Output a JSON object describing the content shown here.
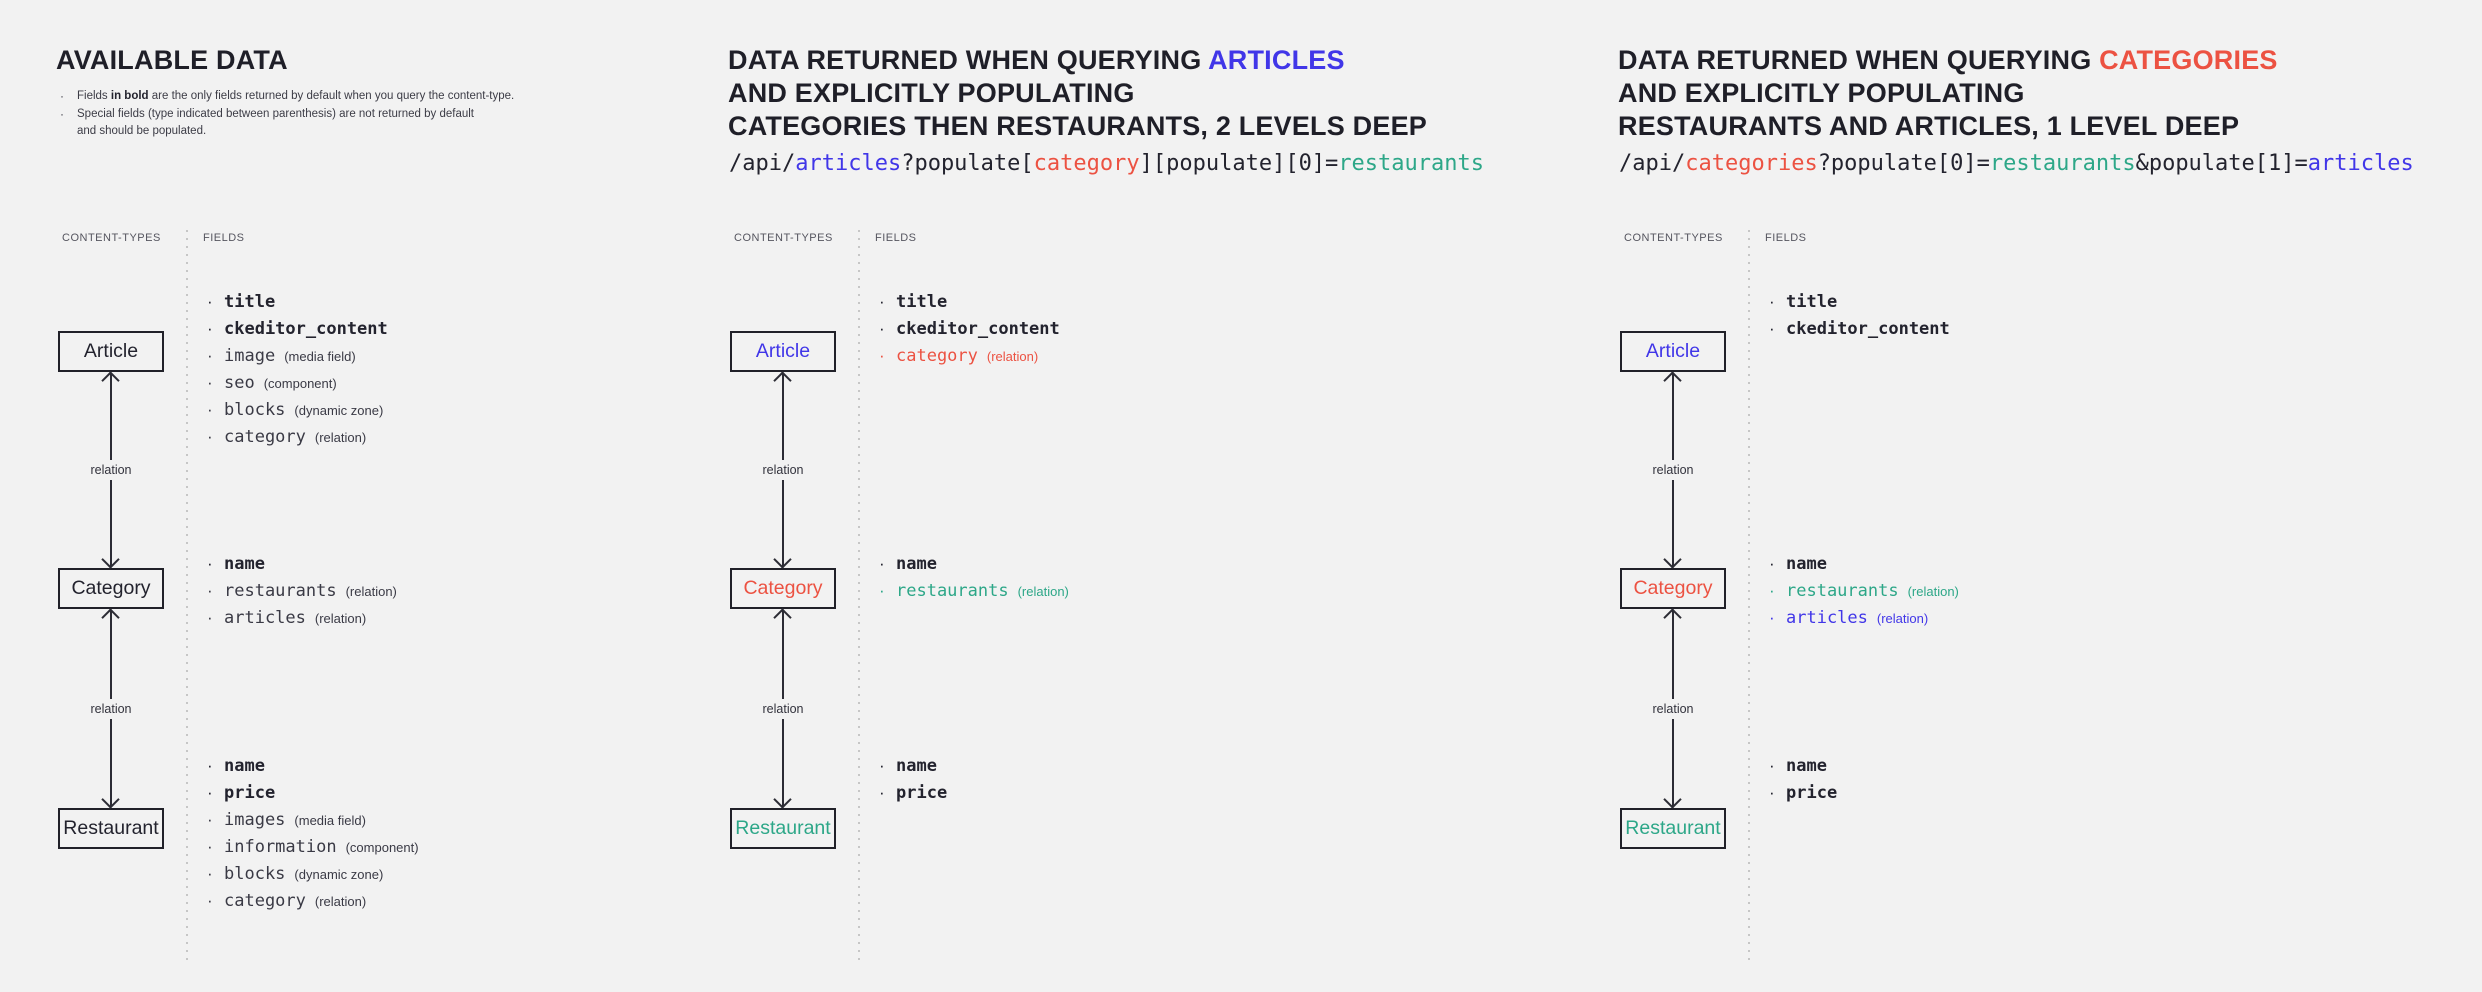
{
  "colors": {
    "dark": "#23232e",
    "text": "#3a3a45",
    "blue": "#4136e8",
    "red": "#ec5242",
    "teal": "#2da788",
    "background": "#f2f2f2",
    "divider": "#c6c6c6",
    "arrow": "#2c2c35"
  },
  "shared": {
    "content_types_label": "CONTENT-TYPES",
    "fields_label": "FIELDS",
    "relation_label": "relation",
    "bullet": "·"
  },
  "panels": [
    {
      "key": "available-data",
      "title_lines": [
        [
          {
            "t": "AVAILABLE DATA"
          }
        ]
      ],
      "notes": [
        [
          {
            "t": "Fields "
          },
          {
            "t": "in bold",
            "b": true
          },
          {
            "t": " are the only fields returned by default when you query the content-type."
          }
        ],
        [
          {
            "t": "Special fields (type indicated between parenthesis) are not returned by default\nand should be populated."
          }
        ]
      ],
      "code": null,
      "nodes": [
        {
          "label": "Article",
          "color": "dark",
          "fields": [
            {
              "name": "title",
              "bold": true,
              "color": "dark"
            },
            {
              "name": "ckeditor_content",
              "bold": true,
              "color": "dark"
            },
            {
              "name": "image",
              "ann": "(media field)",
              "color": "text"
            },
            {
              "name": "seo",
              "ann": "(component)",
              "color": "text"
            },
            {
              "name": "blocks",
              "ann": "(dynamic zone)",
              "color": "text"
            },
            {
              "name": "category",
              "ann": "(relation)",
              "color": "text"
            }
          ]
        },
        {
          "label": "Category",
          "color": "dark",
          "fields": [
            {
              "name": "name",
              "bold": true,
              "color": "dark"
            },
            {
              "name": "restaurants",
              "ann": "(relation)",
              "color": "text"
            },
            {
              "name": "articles",
              "ann": "(relation)",
              "color": "text"
            }
          ]
        },
        {
          "label": "Restaurant",
          "color": "dark",
          "fields": [
            {
              "name": "name",
              "bold": true,
              "color": "dark"
            },
            {
              "name": "price",
              "bold": true,
              "color": "dark"
            },
            {
              "name": "images",
              "ann": "(media field)",
              "color": "text"
            },
            {
              "name": "information",
              "ann": "(component)",
              "color": "text"
            },
            {
              "name": "blocks",
              "ann": "(dynamic zone)",
              "color": "text"
            },
            {
              "name": "category",
              "ann": "(relation)",
              "color": "text"
            }
          ]
        }
      ]
    },
    {
      "key": "query-articles",
      "title_lines": [
        [
          {
            "t": "DATA RETURNED WHEN QUERYING "
          },
          {
            "t": "ARTICLES",
            "c": "blue"
          }
        ],
        [
          {
            "t": "AND EXPLICITLY POPULATING"
          }
        ],
        [
          {
            "t": "CATEGORIES THEN RESTAURANTS, 2 LEVELS DEEP"
          }
        ]
      ],
      "notes": null,
      "code": [
        {
          "t": "/api/",
          "c": "dark"
        },
        {
          "t": "articles",
          "c": "blue"
        },
        {
          "t": "?populate[",
          "c": "dark"
        },
        {
          "t": "category",
          "c": "red"
        },
        {
          "t": "][populate][0]=",
          "c": "dark"
        },
        {
          "t": "restaurants",
          "c": "teal"
        }
      ],
      "nodes": [
        {
          "label": "Article",
          "color": "blue",
          "fields": [
            {
              "name": "title",
              "bold": true,
              "color": "dark"
            },
            {
              "name": "ckeditor_content",
              "bold": true,
              "color": "dark"
            },
            {
              "name": "category",
              "ann": "(relation)",
              "color": "red"
            }
          ]
        },
        {
          "label": "Category",
          "color": "red",
          "fields": [
            {
              "name": "name",
              "bold": true,
              "color": "dark"
            },
            {
              "name": "restaurants",
              "ann": "(relation)",
              "color": "teal"
            }
          ]
        },
        {
          "label": "Restaurant",
          "color": "teal",
          "fields": [
            {
              "name": "name",
              "bold": true,
              "color": "dark"
            },
            {
              "name": "price",
              "bold": true,
              "color": "dark"
            }
          ]
        }
      ]
    },
    {
      "key": "query-categories",
      "title_lines": [
        [
          {
            "t": "DATA RETURNED WHEN QUERYING "
          },
          {
            "t": "CATEGORIES",
            "c": "red"
          }
        ],
        [
          {
            "t": "AND EXPLICITLY POPULATING"
          }
        ],
        [
          {
            "t": "RESTAURANTS AND ARTICLES, 1 LEVEL DEEP"
          }
        ]
      ],
      "notes": null,
      "code": [
        {
          "t": "/api/",
          "c": "dark"
        },
        {
          "t": "categories",
          "c": "red"
        },
        {
          "t": "?populate[0]=",
          "c": "dark"
        },
        {
          "t": "restaurants",
          "c": "teal"
        },
        {
          "t": "&populate[1]=",
          "c": "dark"
        },
        {
          "t": "articles",
          "c": "blue"
        }
      ],
      "nodes": [
        {
          "label": "Article",
          "color": "blue",
          "fields": [
            {
              "name": "title",
              "bold": true,
              "color": "dark"
            },
            {
              "name": "ckeditor_content",
              "bold": true,
              "color": "dark"
            }
          ]
        },
        {
          "label": "Category",
          "color": "red",
          "fields": [
            {
              "name": "name",
              "bold": true,
              "color": "dark"
            },
            {
              "name": "restaurants",
              "ann": "(relation)",
              "color": "teal"
            },
            {
              "name": "articles",
              "ann": "(relation)",
              "color": "blue"
            }
          ]
        },
        {
          "label": "Restaurant",
          "color": "teal",
          "fields": [
            {
              "name": "name",
              "bold": true,
              "color": "dark"
            },
            {
              "name": "price",
              "bold": true,
              "color": "dark"
            }
          ]
        }
      ]
    }
  ]
}
